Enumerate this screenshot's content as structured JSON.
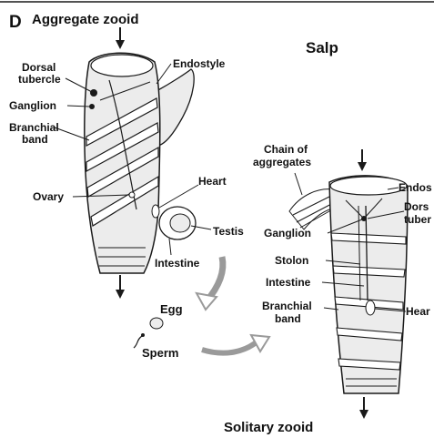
{
  "panel_letter": "D",
  "panel_title_top": "Aggregate zooid",
  "species_title": "Salp",
  "panel_title_bottom": "Solitary zooid",
  "colors": {
    "ink": "#1a1a1a",
    "body_fill": "#ececec",
    "band_fill": "#ffffff",
    "gray_arrow": "#9a9a9a"
  },
  "aggregate_labels": {
    "dorsal_tubercle": [
      "Dorsal",
      "tubercle"
    ],
    "ganglion": "Ganglion",
    "branchial_band": [
      "Branchial",
      "band"
    ],
    "endostyle": "Endostyle",
    "heart": "Heart",
    "ovary": "Ovary",
    "testis": "Testis",
    "intestine": "Intestine"
  },
  "lifecycle_labels": {
    "egg": "Egg",
    "sperm": "Sperm"
  },
  "solitary_labels": {
    "chain_of_aggregates": [
      "Chain of",
      "aggregates"
    ],
    "endostyle_cut": "Endos",
    "dorsal_tubercle_cut": [
      "Dors",
      "tuber"
    ],
    "ganglion": "Ganglion",
    "stolon": "Stolon",
    "intestine": "Intestine",
    "branchial_band": [
      "Branchial",
      "band"
    ],
    "heart_cut": "Hear"
  }
}
